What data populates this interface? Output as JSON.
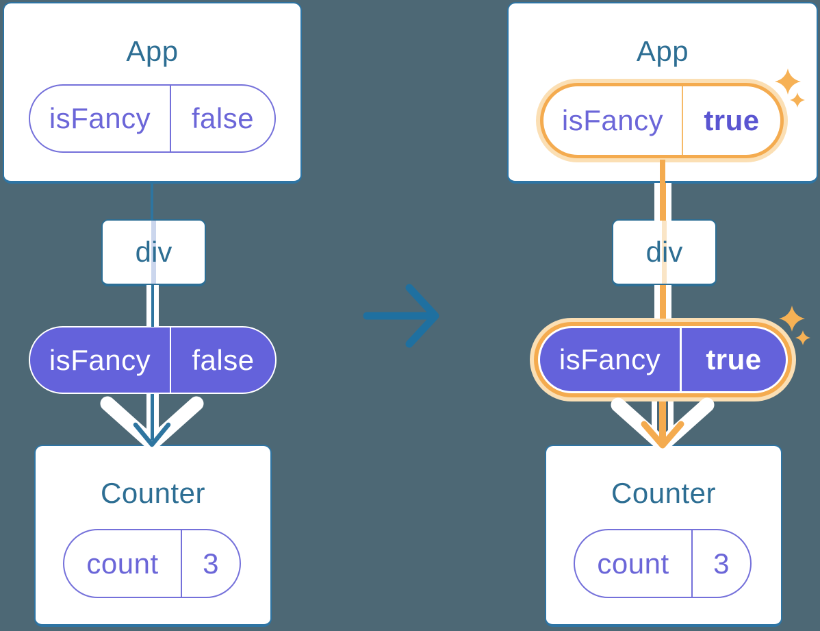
{
  "colors": {
    "background": "#4D6875",
    "card_border": "#2E74A3",
    "title_text": "#2D6E93",
    "purple_fill": "#6462DB",
    "purple_outline": "#7470DA",
    "purple_text": "#6B66D8",
    "purple_bold_text": "#5A55D1",
    "orange": "#F4AB4F",
    "orange_light_ring": "#FBDFB4",
    "connector_blue": "#2E75A0",
    "transition_arrow_blue": "#1F70A0",
    "lavender_thru_line": "#CBD6ED",
    "cream_thru_line": "#FAE5C6",
    "sparkle": "#F6B155",
    "white": "#FFFFFF"
  },
  "before": {
    "app": {
      "title": "App",
      "prop": {
        "name": "isFancy",
        "value": "false"
      }
    },
    "container": {
      "label": "div"
    },
    "forwarded_prop": {
      "name": "isFancy",
      "value": "false"
    },
    "counter": {
      "title": "Counter",
      "state": {
        "name": "count",
        "value": "3"
      }
    }
  },
  "after": {
    "app": {
      "title": "App",
      "prop": {
        "name": "isFancy",
        "value": "true"
      }
    },
    "container": {
      "label": "div"
    },
    "forwarded_prop": {
      "name": "isFancy",
      "value": "true"
    },
    "counter": {
      "title": "Counter",
      "state": {
        "name": "count",
        "value": "3"
      }
    }
  }
}
